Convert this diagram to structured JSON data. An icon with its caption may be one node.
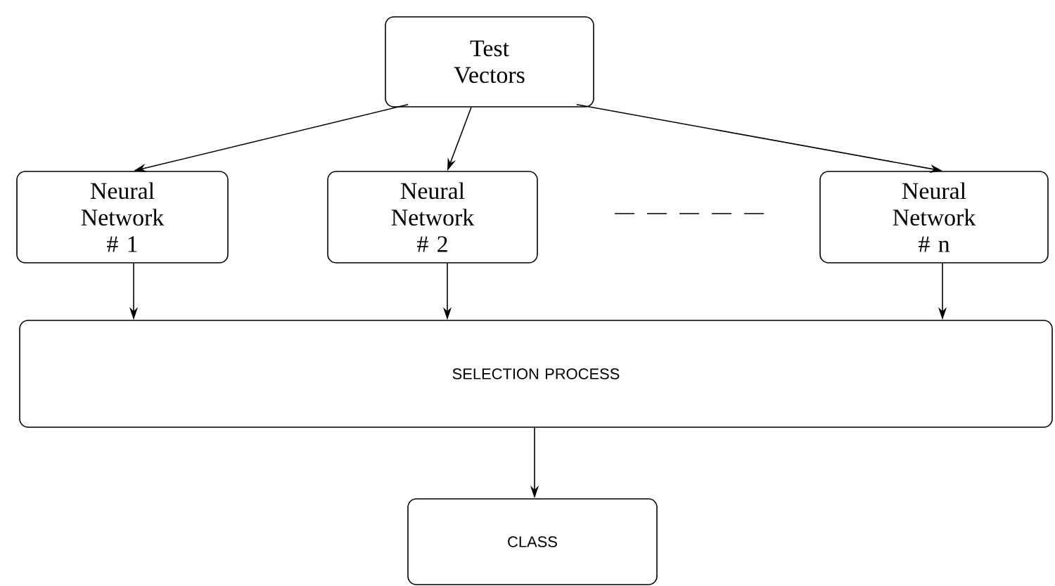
{
  "diagram": {
    "nodes": [
      {
        "text": [
          "Test Vectors"
        ]
      },
      {
        "text": [
          "Neural Network # 1"
        ]
      },
      {
        "text": [
          "Neural Network # 2"
        ]
      },
      {
        "text": [
          "Neural Network # n"
        ]
      },
      {
        "text": [
          "SELECTION PROCESS"
        ]
      },
      {
        "text": [
          "CLASS"
        ]
      }
    ],
    "edges": [
      {
        "from": 0,
        "to": 1,
        "arrow": "to"
      },
      {
        "from": 0,
        "to": 2,
        "arrow": "to"
      },
      {
        "from": 0,
        "to": 3,
        "arrow": "to"
      },
      {
        "from": 1,
        "to": 4,
        "arrow": "to"
      },
      {
        "from": 2,
        "to": 4,
        "arrow": "to"
      },
      {
        "from": 3,
        "to": 4,
        "arrow": "to"
      },
      {
        "from": 4,
        "to": 5,
        "arrow": "to"
      }
    ]
  }
}
